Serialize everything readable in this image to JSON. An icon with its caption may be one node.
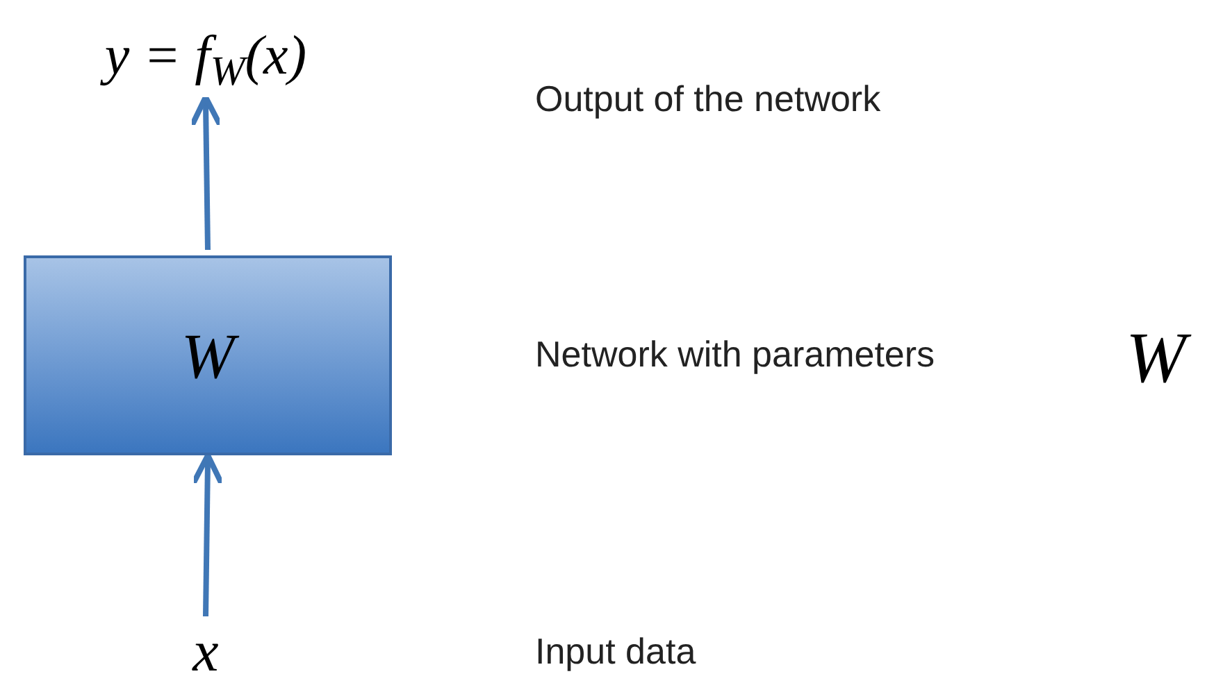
{
  "diagram": {
    "nodes": [
      {
        "text": [
          "y = f$_{W}$(x)"
        ]
      },
      {
        "text": [
          "W"
        ]
      },
      {
        "text": [
          "x"
        ]
      }
    ],
    "edges": [
      {
        "from": 2,
        "to": 1,
        "arrow": "to"
      },
      {
        "from": 1,
        "to": 0,
        "arrow": "to"
      }
    ],
    "labels": [
      "Output of the network",
      "Network with parameters",
      "W",
      "Input data"
    ]
  }
}
